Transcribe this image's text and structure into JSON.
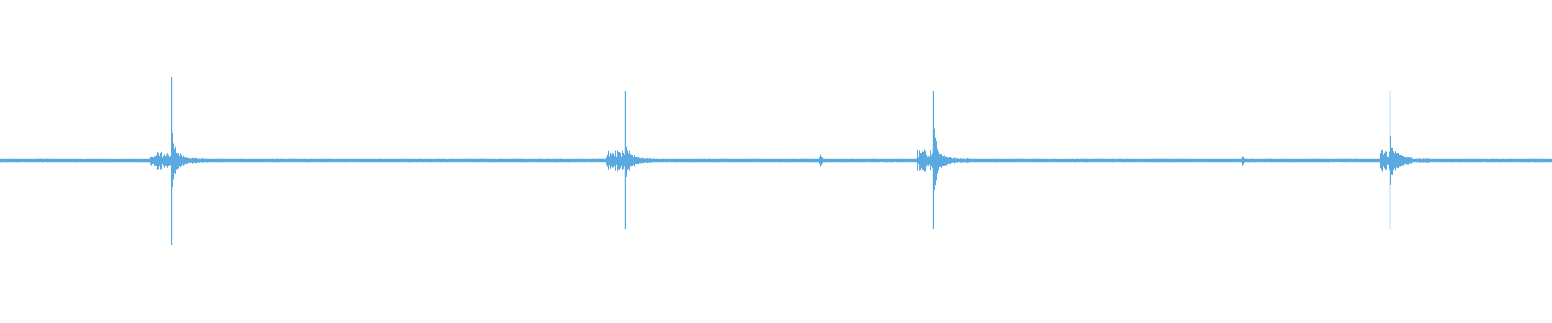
{
  "waveform": {
    "color": "#5aa9e0",
    "background": "#ffffff",
    "baseline_amplitude": 0.012,
    "peaks": [
      {
        "position": 0.1105,
        "amplitude": 0.52,
        "lead": 0.012,
        "decay": 0.022,
        "shape": "sharp"
      },
      {
        "position": 0.4025,
        "amplitude": 0.43,
        "lead": 0.012,
        "decay": 0.02,
        "shape": "sharp"
      },
      {
        "position": 0.601,
        "amplitude": 0.43,
        "lead": 0.01,
        "decay": 0.024,
        "shape": "burst"
      },
      {
        "position": 0.8955,
        "amplitude": 0.43,
        "lead": 0.006,
        "decay": 0.026,
        "shape": "sharp"
      }
    ],
    "small_blips": [
      {
        "position": 0.0975,
        "amplitude": 0.03
      },
      {
        "position": 0.5285,
        "amplitude": 0.04
      },
      {
        "position": 0.8005,
        "amplitude": 0.03
      }
    ]
  }
}
